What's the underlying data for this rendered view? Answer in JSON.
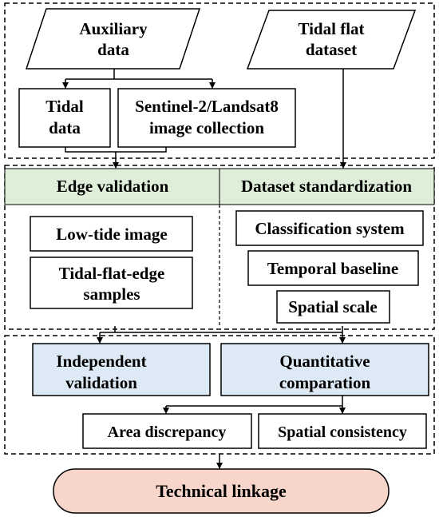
{
  "nodes": {
    "auxiliary_data": [
      "Auxiliary",
      "data"
    ],
    "tidal_flat_dataset": [
      "Tidal flat",
      "dataset"
    ],
    "tidal_data": [
      "Tidal",
      "data"
    ],
    "image_collection": [
      "Sentinel-2/Landsat8",
      "image collection"
    ],
    "edge_validation": "Edge validation",
    "dataset_standardization": "Dataset standardization",
    "low_tide_image": "Low-tide image",
    "edge_samples": [
      "Tidal-flat-edge",
      "samples"
    ],
    "classification_system": "Classification system",
    "temporal_baseline": "Temporal baseline",
    "spatial_scale": "Spatial scale",
    "independent_validation": [
      "Independent",
      "validation"
    ],
    "quantitative_comparation": [
      "Quantitative",
      "comparation"
    ],
    "area_discrepancy": "Area discrepancy",
    "spatial_consistency": "Spatial consistency",
    "technical_linkage": "Technical linkage"
  },
  "colors": {
    "header_green": "#deeed8",
    "section_blue": "#dde9f4",
    "terminal_pink": "#f7d5cb",
    "stroke": "#000000"
  }
}
